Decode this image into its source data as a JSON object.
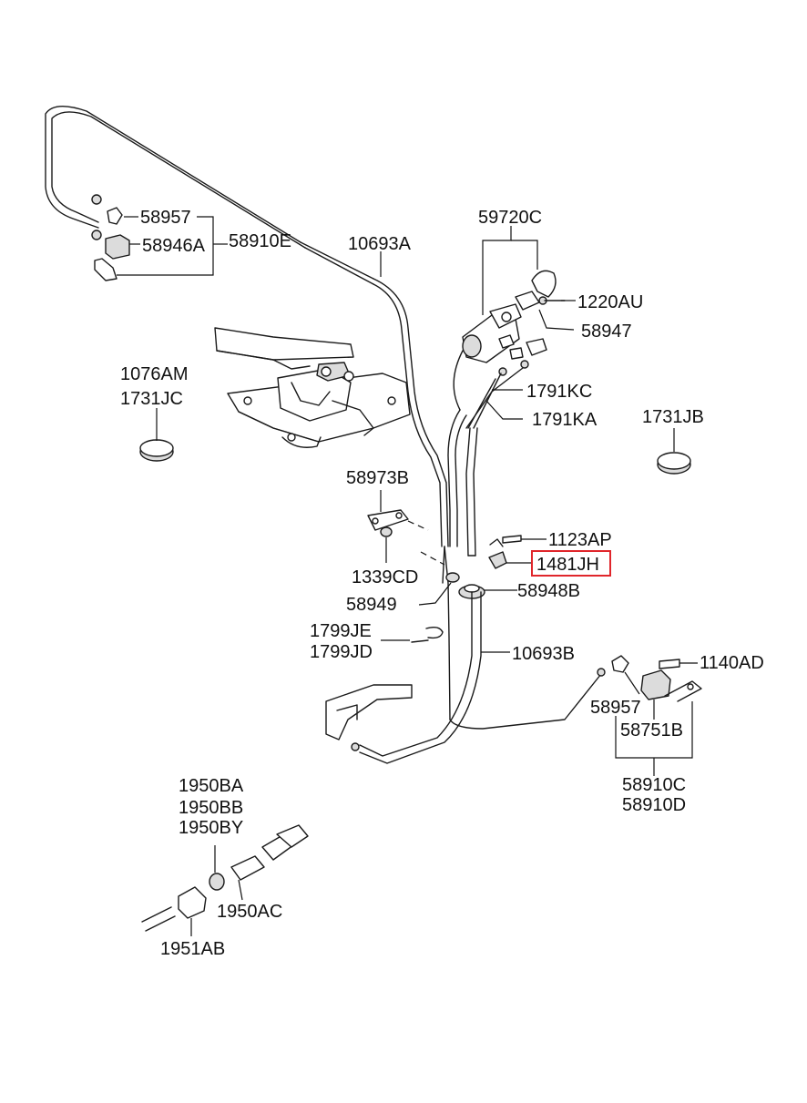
{
  "diagram": {
    "highlight_color": "#e0262b",
    "labels": {
      "p58957_top": "58957",
      "p58946A": "58946A",
      "p58910E": "58910E",
      "p10693A": "10693A",
      "p59720C": "59720C",
      "p1220AU": "1220AU",
      "p58947": "58947",
      "p1076AM": "1076AM",
      "p1731JC": "1731JC",
      "p1791KC": "1791KC",
      "p1791KA": "1791KA",
      "p1731JB": "1731JB",
      "p58973B": "58973B",
      "p1123AP": "1123AP",
      "p1481JH": "1481JH",
      "p1339CD": "1339CD",
      "p58948B": "58948B",
      "p58949": "58949",
      "p1799JE": "1799JE",
      "p1799JD": "1799JD",
      "p10693B": "10693B",
      "p1140AD": "1140AD",
      "p58957_bot": "58957",
      "p58751B": "58751B",
      "p58910C": "58910C",
      "p58910D": "58910D",
      "p1950BA": "1950BA",
      "p1950BB": "1950BB",
      "p1950BY": "1950BY",
      "p1950AC": "1950AC",
      "p1951AB": "1951AB"
    }
  }
}
